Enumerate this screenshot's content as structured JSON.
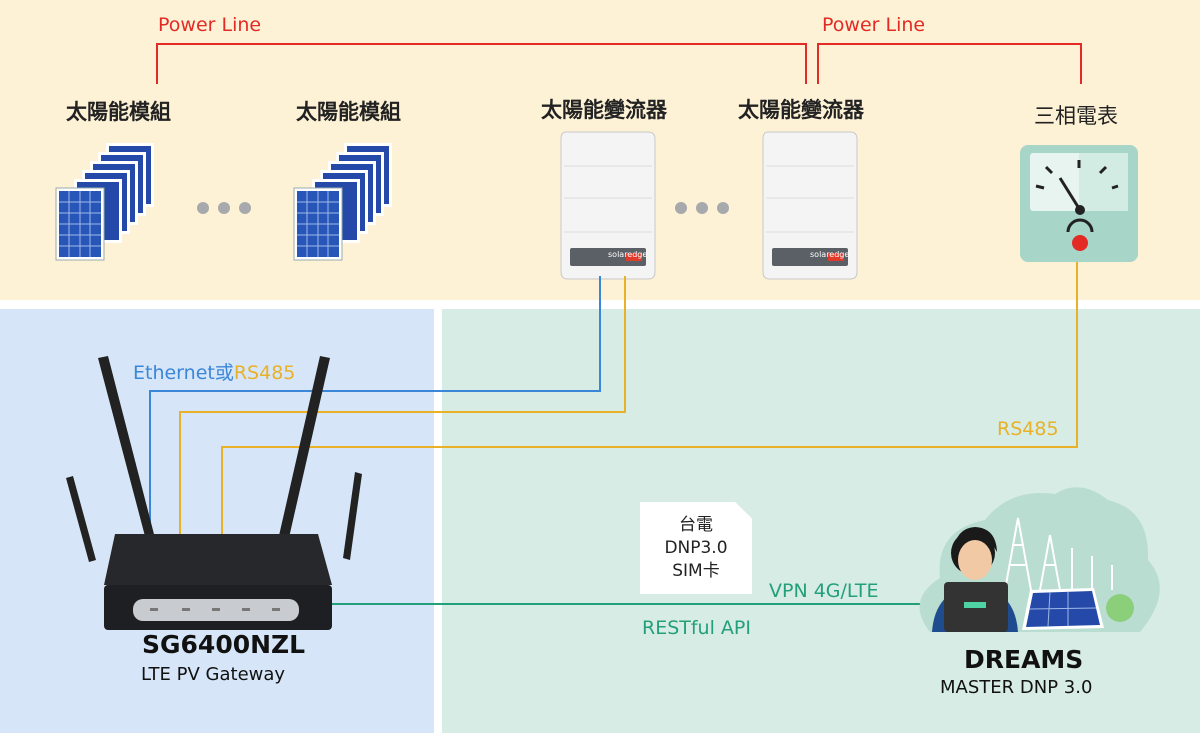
{
  "top": {
    "power_line_1": "Power Line",
    "power_line_2": "Power Line",
    "solar_module_1": "太陽能模組",
    "solar_module_2": "太陽能模組",
    "inverter_1": "太陽能變流器",
    "inverter_2": "太陽能變流器",
    "meter": "三相電表",
    "inverter_brand": "solaredge"
  },
  "links": {
    "ethernet": "Ethernet或",
    "rs485_a": "RS485",
    "rs485_b": "RS485",
    "vpn": "VPN  4G/LTE",
    "restful": "RESTful API"
  },
  "gateway": {
    "model": "SG6400NZL",
    "subtitle": "LTE PV Gateway"
  },
  "sim": {
    "line1": "台電",
    "line2": "DNP3.0",
    "line3": "SIM卡"
  },
  "dreams": {
    "title": "DREAMS",
    "subtitle": "MASTER DNP 3.0"
  },
  "colors": {
    "top_bg": "#fdf2d6",
    "left_bg": "#d6e6f8",
    "right_bg": "#d7ece4",
    "power": "#e32a25",
    "ethernet": "#3a86d8",
    "rs485": "#e8b128",
    "lte": "#23a07a"
  }
}
